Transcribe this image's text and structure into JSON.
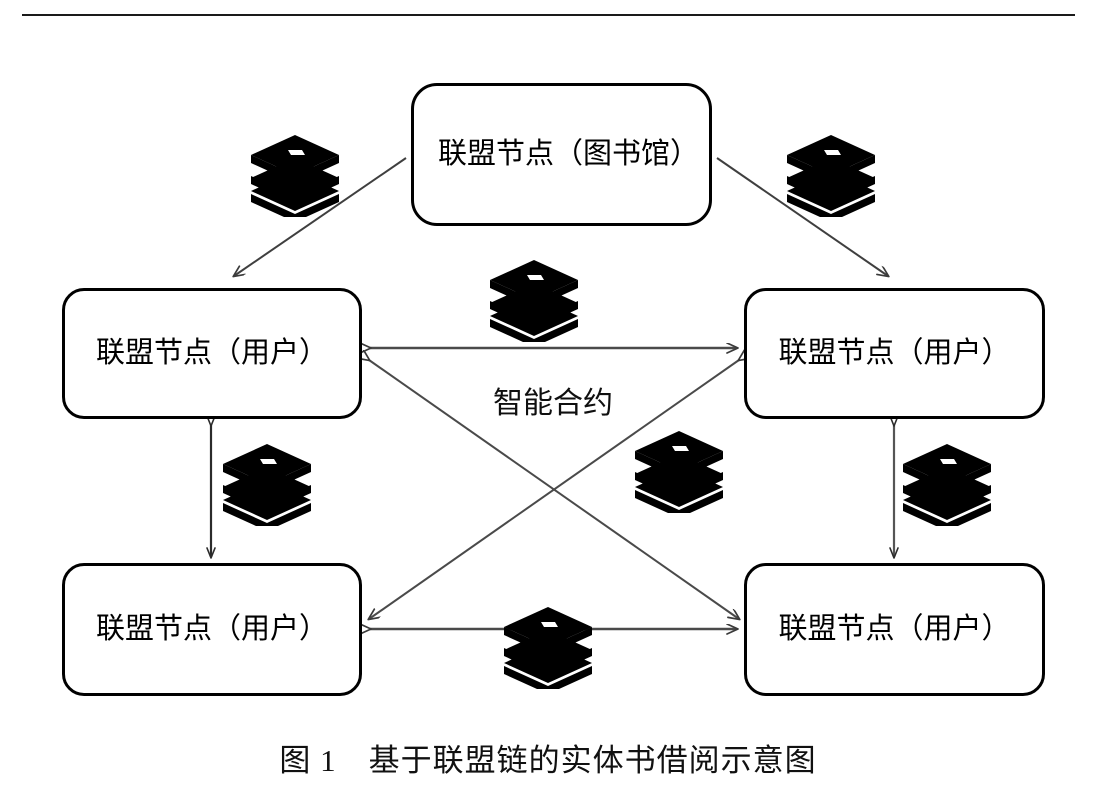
{
  "figure": {
    "caption": "图 1　基于联盟链的实体书借阅示意图",
    "center_label": "智能合约",
    "colors": {
      "node_border": "#000000",
      "node_fill": "#ffffff",
      "arrow": "#3f3f3f",
      "arrow_dark": "#2b2b2b",
      "icon": "#000000",
      "text": "#000000",
      "rule": "#1a1a1a",
      "background": "#ffffff"
    }
  },
  "nodes": [
    {
      "id": "library",
      "label": "联盟节点（图书馆）",
      "role": "library"
    },
    {
      "id": "user-left-top",
      "label": "联盟节点（用户）",
      "role": "user"
    },
    {
      "id": "user-right-top",
      "label": "联盟节点（用户）",
      "role": "user"
    },
    {
      "id": "user-left-bot",
      "label": "联盟节点（用户）",
      "role": "user"
    },
    {
      "id": "user-right-bot",
      "label": "联盟节点（用户）",
      "role": "user"
    }
  ],
  "icons": [
    {
      "id": "book-top-left",
      "name": "book-stack-icon"
    },
    {
      "id": "book-top-right",
      "name": "book-stack-icon"
    },
    {
      "id": "book-mid-center",
      "name": "book-stack-icon"
    },
    {
      "id": "book-mid-left",
      "name": "book-stack-icon"
    },
    {
      "id": "book-mid-right",
      "name": "book-stack-icon"
    },
    {
      "id": "book-side-right",
      "name": "book-stack-icon"
    },
    {
      "id": "book-bottom",
      "name": "book-stack-icon"
    }
  ],
  "connections": [
    {
      "id": "library-to-user-left-top",
      "from": "library",
      "to": "user-left-top",
      "direction": "one-way"
    },
    {
      "id": "library-to-user-right-top",
      "from": "library",
      "to": "user-right-top",
      "direction": "one-way"
    },
    {
      "id": "user-left-top-user-right-top",
      "from": "user-left-top",
      "to": "user-right-top",
      "direction": "two-way"
    },
    {
      "id": "user-left-bot-user-right-bot",
      "from": "user-left-bot",
      "to": "user-right-bot",
      "direction": "two-way"
    },
    {
      "id": "user-left-top-user-left-bot",
      "from": "user-left-top",
      "to": "user-left-bot",
      "direction": "two-way"
    },
    {
      "id": "user-right-top-user-right-bot",
      "from": "user-right-top",
      "to": "user-right-bot",
      "direction": "two-way"
    },
    {
      "id": "user-left-top-user-right-bot",
      "from": "user-left-top",
      "to": "user-right-bot",
      "direction": "two-way"
    },
    {
      "id": "user-right-top-user-left-bot",
      "from": "user-right-top",
      "to": "user-left-bot",
      "direction": "two-way"
    }
  ]
}
